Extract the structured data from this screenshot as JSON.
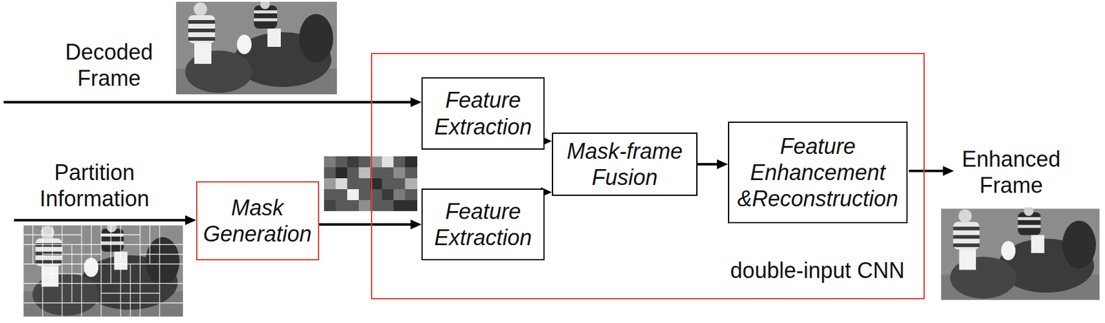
{
  "diagram": {
    "nodes": [
      {
        "text": [
          "Mask Generation"
        ]
      },
      {
        "text": [
          "double-input CNN"
        ]
      },
      {
        "text": [
          "Feature Extraction"
        ],
        "in": 1
      },
      {
        "text": [
          "Feature Extraction"
        ],
        "in": 1
      },
      {
        "text": [
          "Mask-frame Fusion"
        ],
        "in": 1
      },
      {
        "text": [
          "Feature Enhancement &Reconstruction"
        ],
        "in": 1
      }
    ],
    "edges": [
      {
        "from": 0,
        "to": 3,
        "arrow": "to"
      },
      {
        "from": 2,
        "to": 4,
        "arrow": "to"
      },
      {
        "from": 3,
        "to": 4,
        "arrow": "to"
      },
      {
        "from": 4,
        "to": 5,
        "arrow": "to"
      }
    ],
    "labels": [
      "Decoded Frame",
      "Partition Information",
      "Enhanced Frame"
    ]
  }
}
